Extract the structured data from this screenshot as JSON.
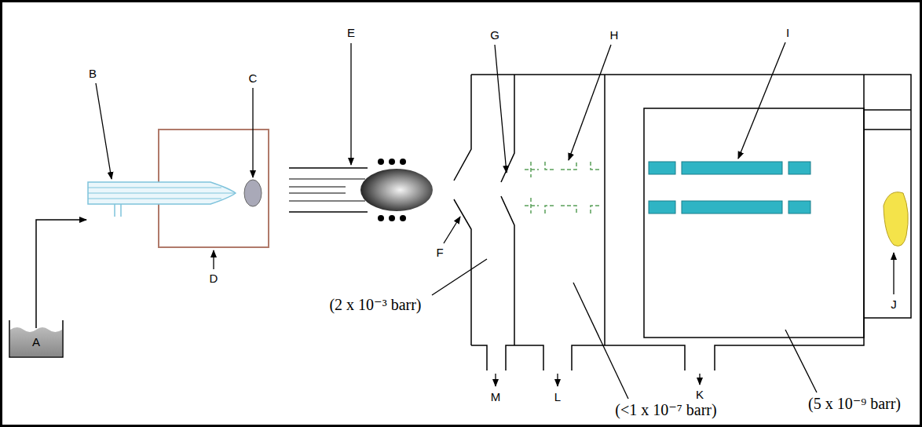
{
  "diagram": {
    "labels": [
      "B",
      "C",
      "E",
      "G",
      "H",
      "I",
      "F",
      "D",
      "J",
      "A",
      "M",
      "L",
      "K",
      "(2 x 10⁻³ barr)",
      "(<1 x 10⁻⁷ barr)",
      "(5 x 10⁻⁹ barr)"
    ]
  }
}
